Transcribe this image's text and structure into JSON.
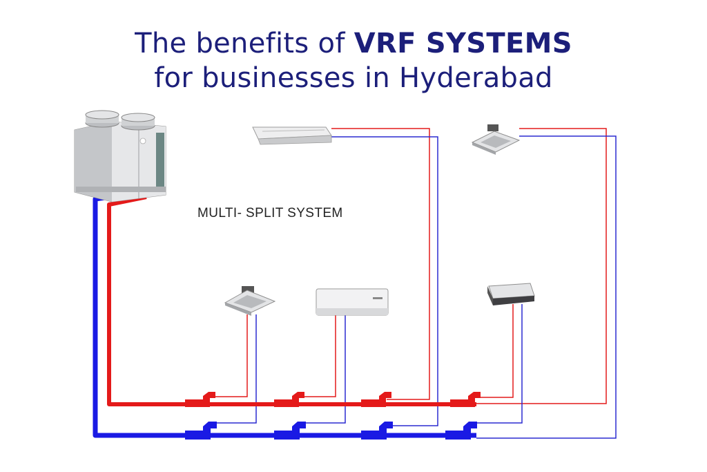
{
  "title": {
    "line1_prefix": "The benefits of ",
    "line1_strong": "VRF SYSTEMS",
    "line2": "for businesses in Hyderabad"
  },
  "diagram": {
    "label": "MULTI- SPLIT SYSTEM"
  },
  "colors": {
    "title": "#1c1f7a",
    "refrigerant_hot": "#e41a1a",
    "refrigerant_cold": "#1a1ae4"
  }
}
